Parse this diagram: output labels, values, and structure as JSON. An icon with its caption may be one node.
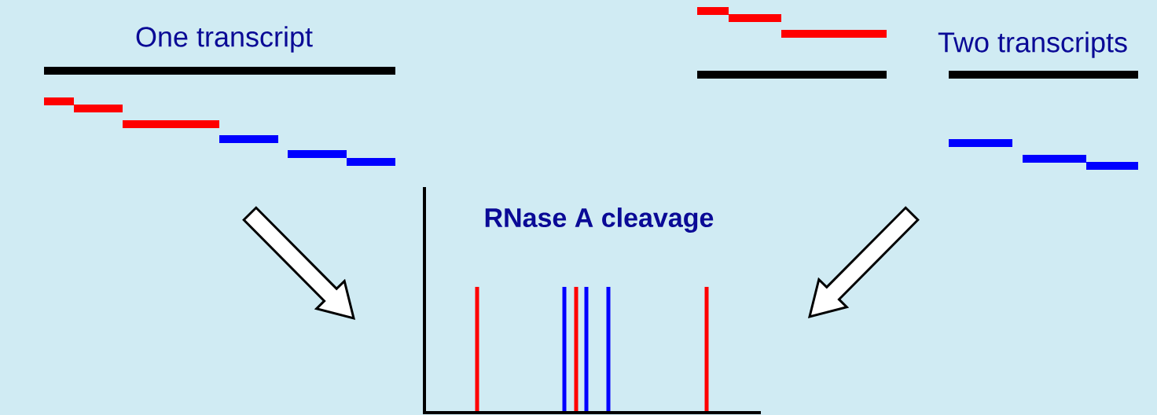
{
  "diagram": {
    "labels": [
      "One transcript",
      "Two transcripts",
      "RNase A cleavage"
    ]
  }
}
